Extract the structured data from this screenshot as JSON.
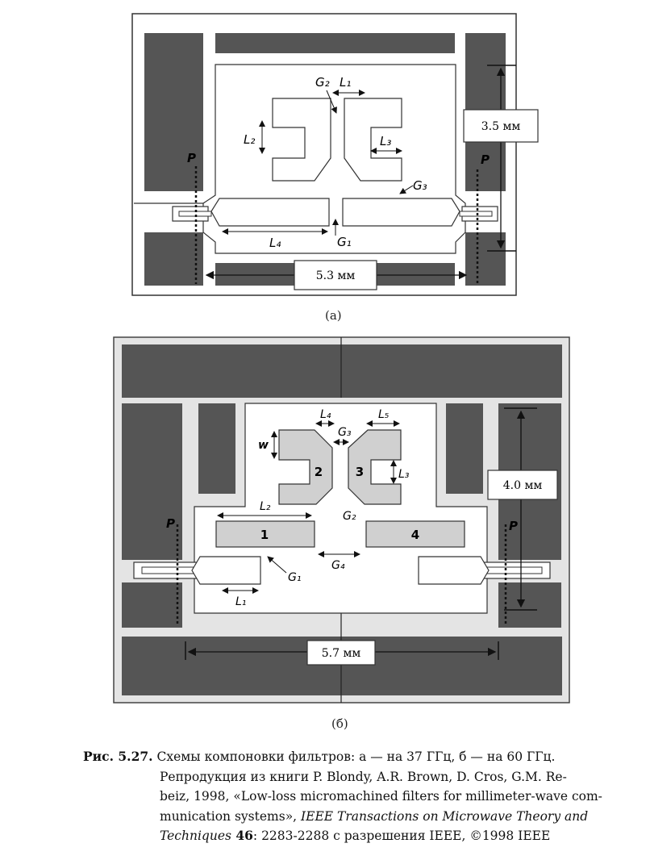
{
  "figure_a": {
    "sub_label": "(a)",
    "dim_height": "3.5 мм",
    "dim_width": "5.3 мм",
    "labels": {
      "g2": "G₂",
      "l1": "L₁",
      "l2": "L₂",
      "l3": "L₃",
      "g3": "G₃",
      "l4": "L₄",
      "g1": "G₁",
      "p_left": "P",
      "p_right": "P"
    }
  },
  "figure_b": {
    "sub_label": "(б)",
    "dim_height": "4.0 мм",
    "dim_width": "5.7 мм",
    "labels": {
      "l4": "L₄",
      "g3": "G₃",
      "l5": "L₅",
      "w": "w",
      "l3": "L₃",
      "l2": "L₂",
      "g2": "G₂",
      "g1": "G₁",
      "g4": "G₄",
      "l1": "L₁",
      "p_left": "P",
      "p_right": "P"
    },
    "resonators": {
      "r1": "1",
      "r2": "2",
      "r3": "3",
      "r4": "4"
    }
  },
  "caption": {
    "label": "Рис. 5.27.",
    "line1": "Схемы компоновки фильтров: а — на 37 ГГц, б — на 60 ГГц.",
    "line2": "Репродукция из книги P. Blondy, A.R. Brown, D. Cros, G.M. Re-",
    "line3": "beiz, 1998, «Low-loss micromachined filters for millimeter-wave com-",
    "line4_a": "munication systems», ",
    "line4_italic": "IEEE Transactions on Microwave Theory and",
    "line5_italic": "Techniques",
    "line5_bold": " 46",
    "line5_rest": ": 2283-2288 с разрешения IEEE, ©1998 IEEE"
  }
}
